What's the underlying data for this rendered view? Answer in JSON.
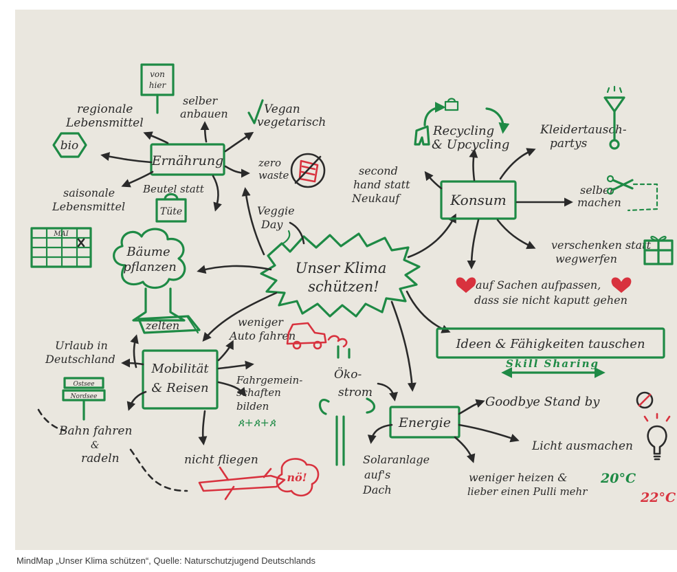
{
  "center": [
    "Unser Klima",
    "schützen!"
  ],
  "ernaehrung": {
    "title": "Ernährung",
    "sign": [
      "von",
      "hier"
    ],
    "regional": [
      "regionale",
      "Lebensmittel"
    ],
    "selber_anbauen": [
      "selber",
      "anbauen"
    ],
    "vegan": [
      "Vegan",
      "vegetarisch"
    ],
    "bio": "bio",
    "zero_waste": [
      "zero",
      "waste"
    ],
    "saisonal": [
      "saisonale",
      "Lebensmittel"
    ],
    "beutel": "Beutel statt",
    "tuete": "Tüte",
    "veggie": [
      "Veggie",
      "Day"
    ],
    "calendar_month": "MAI"
  },
  "baeume": [
    "Bäume",
    "pflanzen"
  ],
  "mobilitaet": {
    "title": [
      "Mobilität",
      "& Reisen"
    ],
    "zelten": "zelten",
    "weniger_auto": [
      "weniger",
      "Auto fahren"
    ],
    "urlaub": [
      "Urlaub in",
      "Deutschland"
    ],
    "sign": [
      "Ostsee",
      "Nordsee"
    ],
    "fahrgemeinschaften": [
      "Fahrgemein-",
      "schaften",
      "bilden"
    ],
    "people": "ጰ+ጰ+ጰ",
    "bahn": "Bahn fahren",
    "amp": "&",
    "radeln": "radeln",
    "nicht_fliegen": "nicht fliegen",
    "noe": "nö!"
  },
  "konsum": {
    "title": "Konsum",
    "recycling": [
      "Recycling",
      "& Upcycling"
    ],
    "kleidertausch": [
      "Kleidertausch-",
      "partys"
    ],
    "second_hand": [
      "second",
      "hand statt",
      "Neukauf"
    ],
    "selber_machen": [
      "selber",
      "machen"
    ],
    "verschenken": [
      "verschenken statt",
      "wegwerfen"
    ],
    "aufpassen": [
      "auf Sachen aufpassen,",
      "dass sie nicht kaputt gehen"
    ]
  },
  "ideen": {
    "title": "Ideen & Fähigkeiten tauschen",
    "skill": "Skill Sharing"
  },
  "oekostrom": [
    "Öko-",
    "strom"
  ],
  "energie": {
    "title": "Energie",
    "goodbye": "Goodbye Stand by",
    "licht": "Licht ausmachen",
    "solar": [
      "Solaranlage",
      "auf's",
      "Dach"
    ],
    "heizen": [
      "weniger heizen &",
      "lieber einen Pulli mehr"
    ],
    "temp_green": "20°C",
    "temp_red": "22°C"
  },
  "caption": "MindMap „Unser Klima schützen“, Quelle: Naturschutzjugend Deutschlands"
}
